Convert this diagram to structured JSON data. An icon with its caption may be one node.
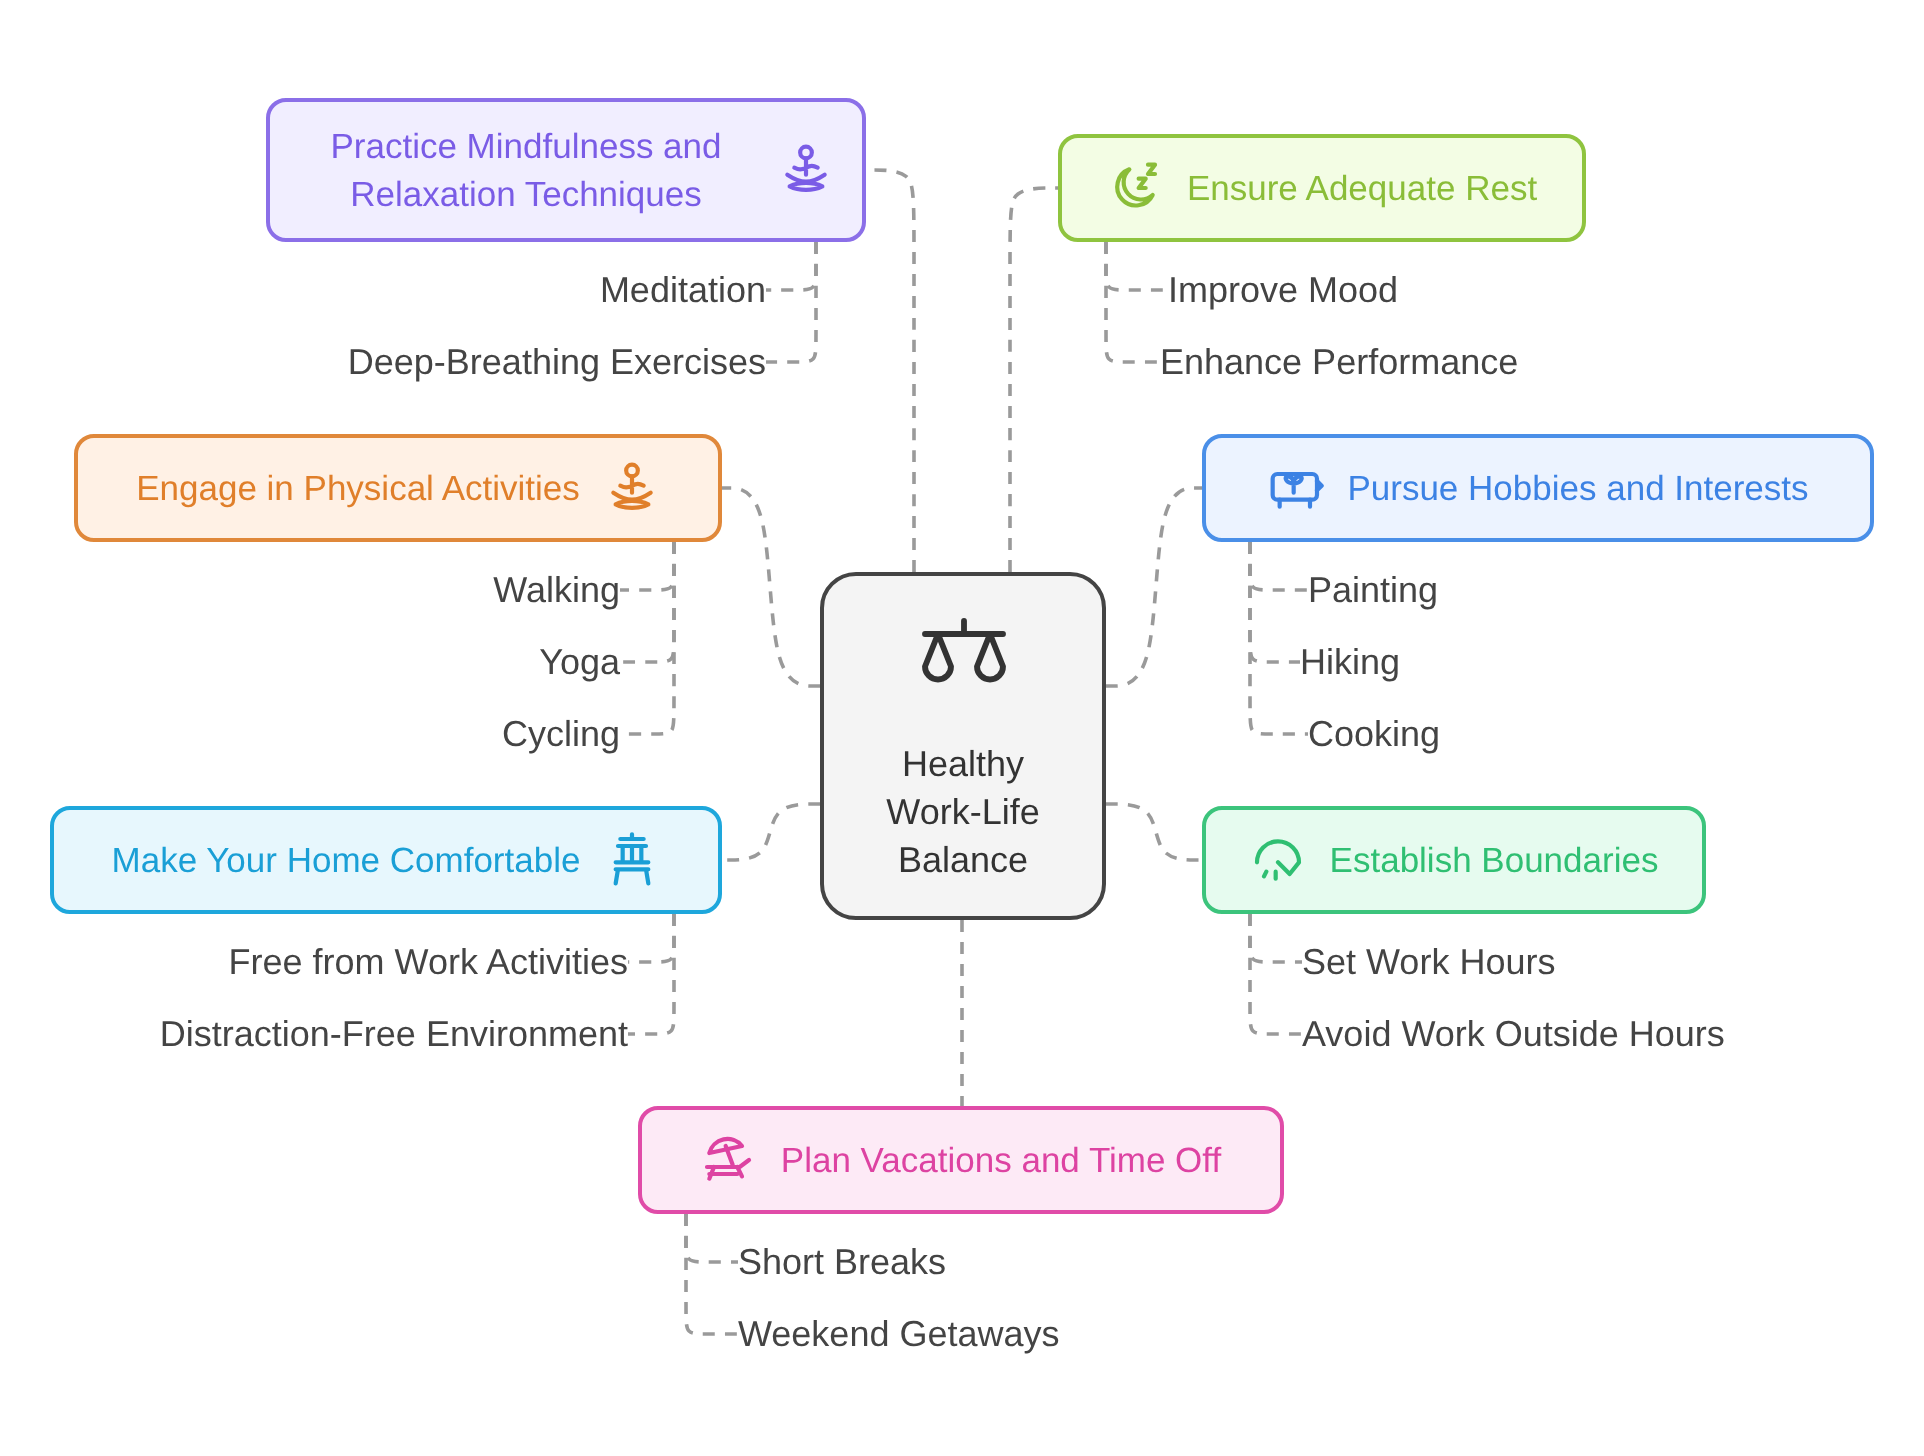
{
  "diagram": {
    "nodes": [
      {
        "text": [
          "Healthy Work-Life Balance"
        ]
      },
      {
        "text": [
          "Practice Mindfulness and Relaxation Techniques"
        ]
      },
      {
        "text": [
          "Meditation"
        ]
      },
      {
        "text": [
          "Deep-Breathing Exercises"
        ]
      },
      {
        "text": [
          "Ensure Adequate Rest"
        ]
      },
      {
        "text": [
          "Improve Mood"
        ]
      },
      {
        "text": [
          "Enhance Performance"
        ]
      },
      {
        "text": [
          "Engage in Physical Activities"
        ]
      },
      {
        "text": [
          "Walking"
        ]
      },
      {
        "text": [
          "Yoga"
        ]
      },
      {
        "text": [
          "Cycling"
        ]
      },
      {
        "text": [
          "Pursue Hobbies and Interests"
        ]
      },
      {
        "text": [
          "Painting"
        ]
      },
      {
        "text": [
          "Hiking"
        ]
      },
      {
        "text": [
          "Cooking"
        ]
      },
      {
        "text": [
          "Make Your Home Comfortable"
        ]
      },
      {
        "text": [
          "Free from Work Activities"
        ]
      },
      {
        "text": [
          "Distraction-Free Environment"
        ]
      },
      {
        "text": [
          "Establish Boundaries"
        ]
      },
      {
        "text": [
          "Set Work Hours"
        ]
      },
      {
        "text": [
          "Avoid Work Outside Hours"
        ]
      },
      {
        "text": [
          "Plan Vacations and Time Off"
        ]
      },
      {
        "text": [
          "Short Breaks"
        ]
      },
      {
        "text": [
          "Weekend Getaways"
        ]
      }
    ],
    "edges": [
      {
        "from": 0,
        "to": 1,
        "arrow": "none",
        "style": "dashed"
      },
      {
        "from": 1,
        "to": 2,
        "arrow": "none",
        "style": "dashed"
      },
      {
        "from": 1,
        "to": 3,
        "arrow": "none",
        "style": "dashed"
      },
      {
        "from": 0,
        "to": 4,
        "arrow": "none",
        "style": "dashed"
      },
      {
        "from": 4,
        "to": 5,
        "arrow": "none",
        "style": "dashed"
      },
      {
        "from": 4,
        "to": 6,
        "arrow": "none",
        "style": "dashed"
      },
      {
        "from": 0,
        "to": 7,
        "arrow": "none",
        "style": "dashed"
      },
      {
        "from": 7,
        "to": 8,
        "arrow": "none",
        "style": "dashed"
      },
      {
        "from": 7,
        "to": 9,
        "arrow": "none",
        "style": "dashed"
      },
      {
        "from": 7,
        "to": 10,
        "arrow": "none",
        "style": "dashed"
      },
      {
        "from": 0,
        "to": 11,
        "arrow": "none",
        "style": "dashed"
      },
      {
        "from": 11,
        "to": 12,
        "arrow": "none",
        "style": "dashed"
      },
      {
        "from": 11,
        "to": 13,
        "arrow": "none",
        "style": "dashed"
      },
      {
        "from": 11,
        "to": 14,
        "arrow": "none",
        "style": "dashed"
      },
      {
        "from": 0,
        "to": 15,
        "arrow": "none",
        "style": "dashed"
      },
      {
        "from": 15,
        "to": 16,
        "arrow": "none",
        "style": "dashed"
      },
      {
        "from": 15,
        "to": 17,
        "arrow": "none",
        "style": "dashed"
      },
      {
        "from": 0,
        "to": 18,
        "arrow": "none",
        "style": "dashed"
      },
      {
        "from": 18,
        "to": 19,
        "arrow": "none",
        "style": "dashed"
      },
      {
        "from": 18,
        "to": 20,
        "arrow": "none",
        "style": "dashed"
      },
      {
        "from": 0,
        "to": 21,
        "arrow": "none",
        "style": "dashed"
      },
      {
        "from": 21,
        "to": 22,
        "arrow": "none",
        "style": "dashed"
      },
      {
        "from": 21,
        "to": 23,
        "arrow": "none",
        "style": "dashed"
      }
    ]
  }
}
